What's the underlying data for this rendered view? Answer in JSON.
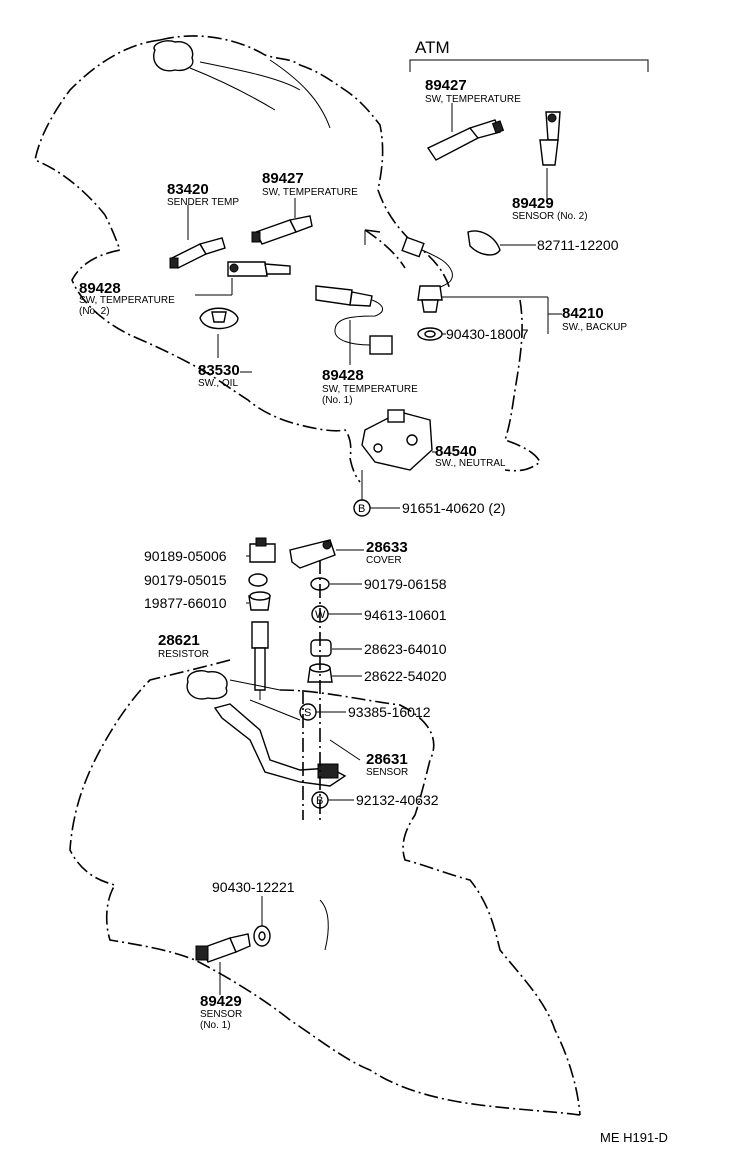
{
  "header": {
    "atm": "ATM"
  },
  "parts": {
    "p89427_atm": {
      "num": "89427",
      "desc": "SW, TEMPERATURE"
    },
    "p89429_n2": {
      "num": "89429",
      "desc": "SENSOR (No. 2)"
    },
    "p82711": {
      "num": "82711-12200"
    },
    "p84210": {
      "num": "84210",
      "desc": "SW., BACKUP"
    },
    "p90430_18007": {
      "num": "90430-18007"
    },
    "p83420": {
      "num": "83420",
      "desc": "SENDER TEMP"
    },
    "p89427": {
      "num": "89427",
      "desc": "SW, TEMPERATURE"
    },
    "p89428_n2": {
      "num": "89428",
      "desc": "SW, TEMPERATURE",
      "desc2": "(No. 2)"
    },
    "p83530": {
      "num": "83530",
      "desc": "SW., OIL"
    },
    "p89428_n1": {
      "num": "89428",
      "desc": "SW, TEMPERATURE",
      "desc2": "(No. 1)"
    },
    "p84540": {
      "num": "84540",
      "desc": "SW., NEUTRAL"
    },
    "p91651": {
      "badge": "B",
      "num": "91651-40620 (2)"
    },
    "p90189": {
      "num": "90189-05006"
    },
    "p28633": {
      "num": "28633",
      "desc": "COVER"
    },
    "p90179_05015": {
      "num": "90179-05015"
    },
    "p90179_06158": {
      "num": "90179-06158"
    },
    "p19877": {
      "num": "19877-66010"
    },
    "p94613": {
      "badge": "W",
      "num": "94613-10601"
    },
    "p28621": {
      "num": "28621",
      "desc": "RESISTOR"
    },
    "p28623": {
      "num": "28623-64010"
    },
    "p28622": {
      "num": "28622-54020"
    },
    "p93385": {
      "badge": "S",
      "num": "93385-16012"
    },
    "p28631": {
      "num": "28631",
      "desc": "SENSOR"
    },
    "p92132": {
      "badge": "B",
      "num": "92132-40632"
    },
    "p90430_12221": {
      "num": "90430-12221"
    },
    "p89429_n1": {
      "num": "89429",
      "desc": "SENSOR",
      "desc2": "(No. 1)"
    }
  },
  "footer": {
    "ref": "ME H191-D"
  }
}
